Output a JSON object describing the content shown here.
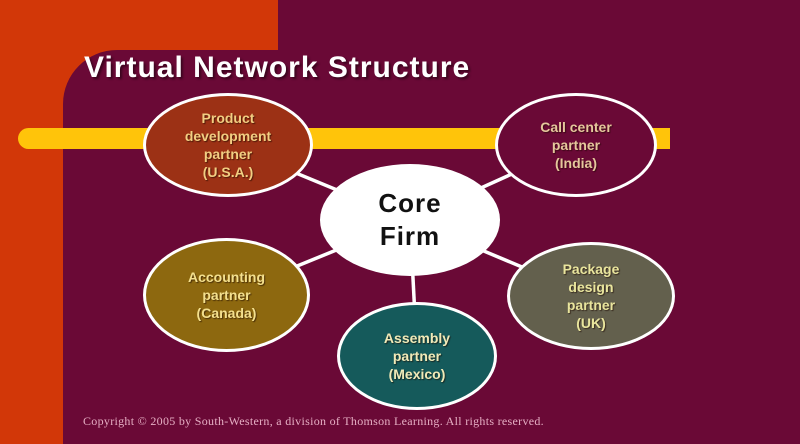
{
  "slide": {
    "title": "Virtual Network Structure",
    "copyright": "Copyright © 2005 by South-Western, a division of Thomson Learning.  All  rights reserved."
  },
  "diagram": {
    "core": {
      "label": "Core\nFirm",
      "fill": "#FFFFFF",
      "text_color": "#111111"
    },
    "nodes": [
      {
        "id": "product-development-partner",
        "label": "Product\ndevelopment\npartner\n(U.S.A.)",
        "fill": "#9C3115",
        "text_color": "#F2CE82"
      },
      {
        "id": "call-center-partner",
        "label": "Call center\npartner\n(India)",
        "fill": "#6A0936",
        "text_color": "#E5C79C"
      },
      {
        "id": "accounting-partner",
        "label": "Accounting\npartner\n(Canada)",
        "fill": "#8D680F",
        "text_color": "#F4E08E"
      },
      {
        "id": "package-design-partner",
        "label": "Package\ndesign\npartner\n(UK)",
        "fill": "#63604D",
        "text_color": "#E9E59D"
      },
      {
        "id": "assembly-partner",
        "label": "Assembly\npartner\n(Mexico)",
        "fill": "#155A5B",
        "text_color": "#F0EAB8"
      }
    ]
  },
  "colors": {
    "background": "#6A0936",
    "corner_accent": "#D23708",
    "accent_bar": "#FFC40A",
    "connector": "#FFFFFF",
    "title_text": "#FFFFFF",
    "copyright_text": "#E6AFC4"
  }
}
